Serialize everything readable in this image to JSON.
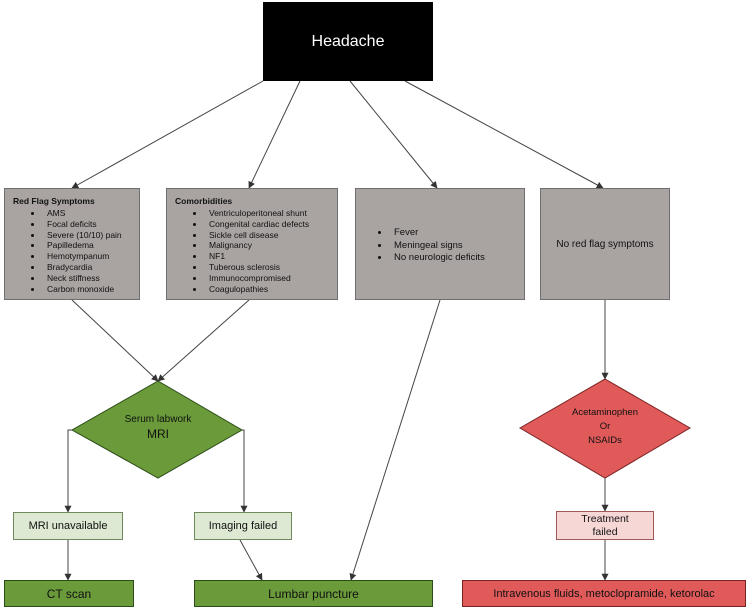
{
  "nodes": {
    "headache": "Headache",
    "red_flag": {
      "title": "Red Flag Symptoms",
      "items": [
        "AMS",
        "Focal deficits",
        "Severe (10/10) pain",
        "Papilledema",
        "Hemotympanum",
        "Bradycardia",
        "Neck stiffness",
        "Carbon monoxide"
      ]
    },
    "comorbidities": {
      "title": "Comorbidities",
      "items": [
        "Ventriculoperitoneal shunt",
        "Congenital cardiac defects",
        "Sickle cell disease",
        "Malignancy",
        "NF1",
        "Tuberous sclerosis",
        "Immunocompromised",
        "Coagulopathies"
      ]
    },
    "fever_box": {
      "items": [
        "Fever",
        "Meningeal signs",
        "No neurologic deficits"
      ]
    },
    "no_red_flag": "No red flag symptoms",
    "serum_mri": {
      "line1": "Serum labwork",
      "line2": "MRI"
    },
    "acetaminophen": {
      "line1": "Acetaminophen",
      "line2": "Or",
      "line3": "NSAIDs"
    },
    "mri_unavailable": "MRI unavailable",
    "imaging_failed": "Imaging failed",
    "treatment_failed": {
      "line1": "Treatment",
      "line2": "failed"
    },
    "ct_scan": "CT scan",
    "lumbar_puncture": "Lumbar puncture",
    "iv_fluids": "Intravenous fluids,  metoclopramide, ketorolac"
  },
  "colors": {
    "headache": "#000000",
    "gray_box": "#a9a3a2",
    "green_diamond": "#6a9a3a",
    "light_green": "#dde9d3",
    "green_box": "#6a9a3a",
    "red_diamond": "#e05a5a",
    "light_red": "#f7d7d6",
    "red_box": "#e05a5a"
  }
}
